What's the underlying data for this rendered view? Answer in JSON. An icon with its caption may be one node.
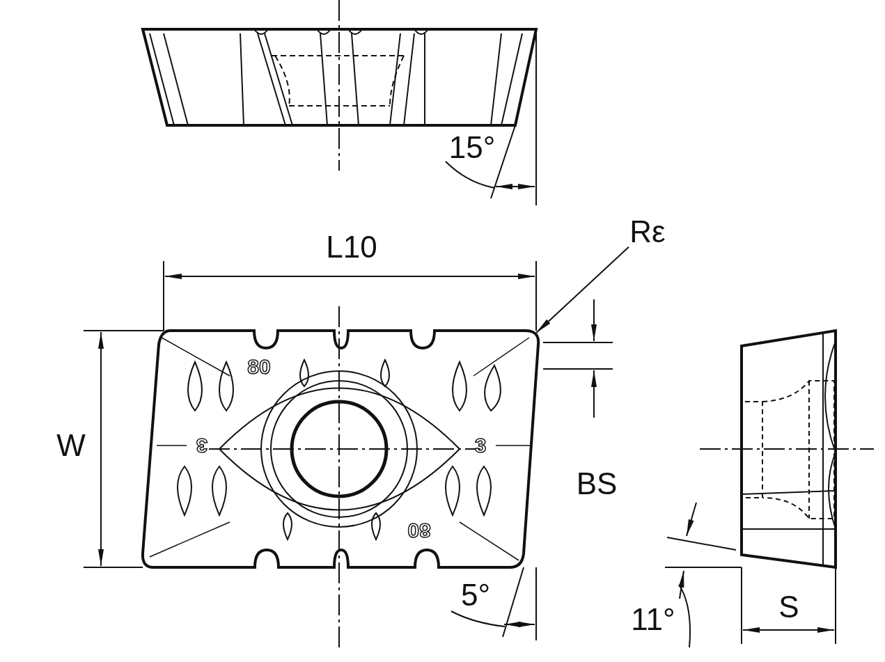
{
  "diagram": {
    "nodes": [
      {
        "text": [
          "Rε"
        ]
      },
      {
        "text": [],
        "shape": "picture"
      }
    ],
    "edges": [
      {
        "from": 0,
        "to": 1,
        "arrow": "to"
      }
    ],
    "labels": [
      "15°",
      "L10",
      "80",
      "W",
      "3",
      "3",
      "BS",
      "80",
      "5°",
      "S",
      "11°"
    ]
  }
}
